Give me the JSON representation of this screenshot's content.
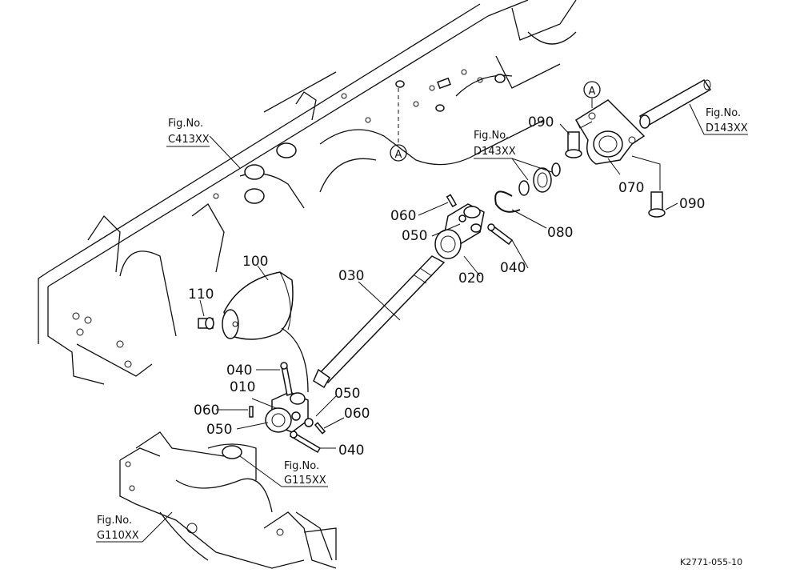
{
  "diagram": {
    "parts": {
      "p010": "010",
      "p020": "020",
      "p030": "030",
      "p040_top": "040",
      "p040_mid": "040",
      "p040_bottom": "040",
      "p050_top": "050",
      "p050_right": "050",
      "p050_left": "050",
      "p060_top": "060",
      "p060_left": "060",
      "p060_right": "060",
      "p070": "070",
      "p080": "080",
      "p090_top": "090",
      "p090_bottom": "090",
      "p100": "100",
      "p110": "110"
    },
    "callouts": {
      "fig_c413": {
        "line1": "Fig.No.",
        "line2": "C413XX"
      },
      "fig_d143_mid": {
        "line1": "Fig.No.",
        "line2": "D143XX"
      },
      "fig_d143_right": {
        "line1": "Fig.No.",
        "line2": "D143XX"
      },
      "fig_g115": {
        "line1": "Fig.No.",
        "line2": "G115XX"
      },
      "fig_g110": {
        "line1": "Fig.No.",
        "line2": "G110XX"
      }
    },
    "markers": {
      "a_left": "A",
      "a_right": "A"
    },
    "footer_code": "K2771-055-10"
  }
}
